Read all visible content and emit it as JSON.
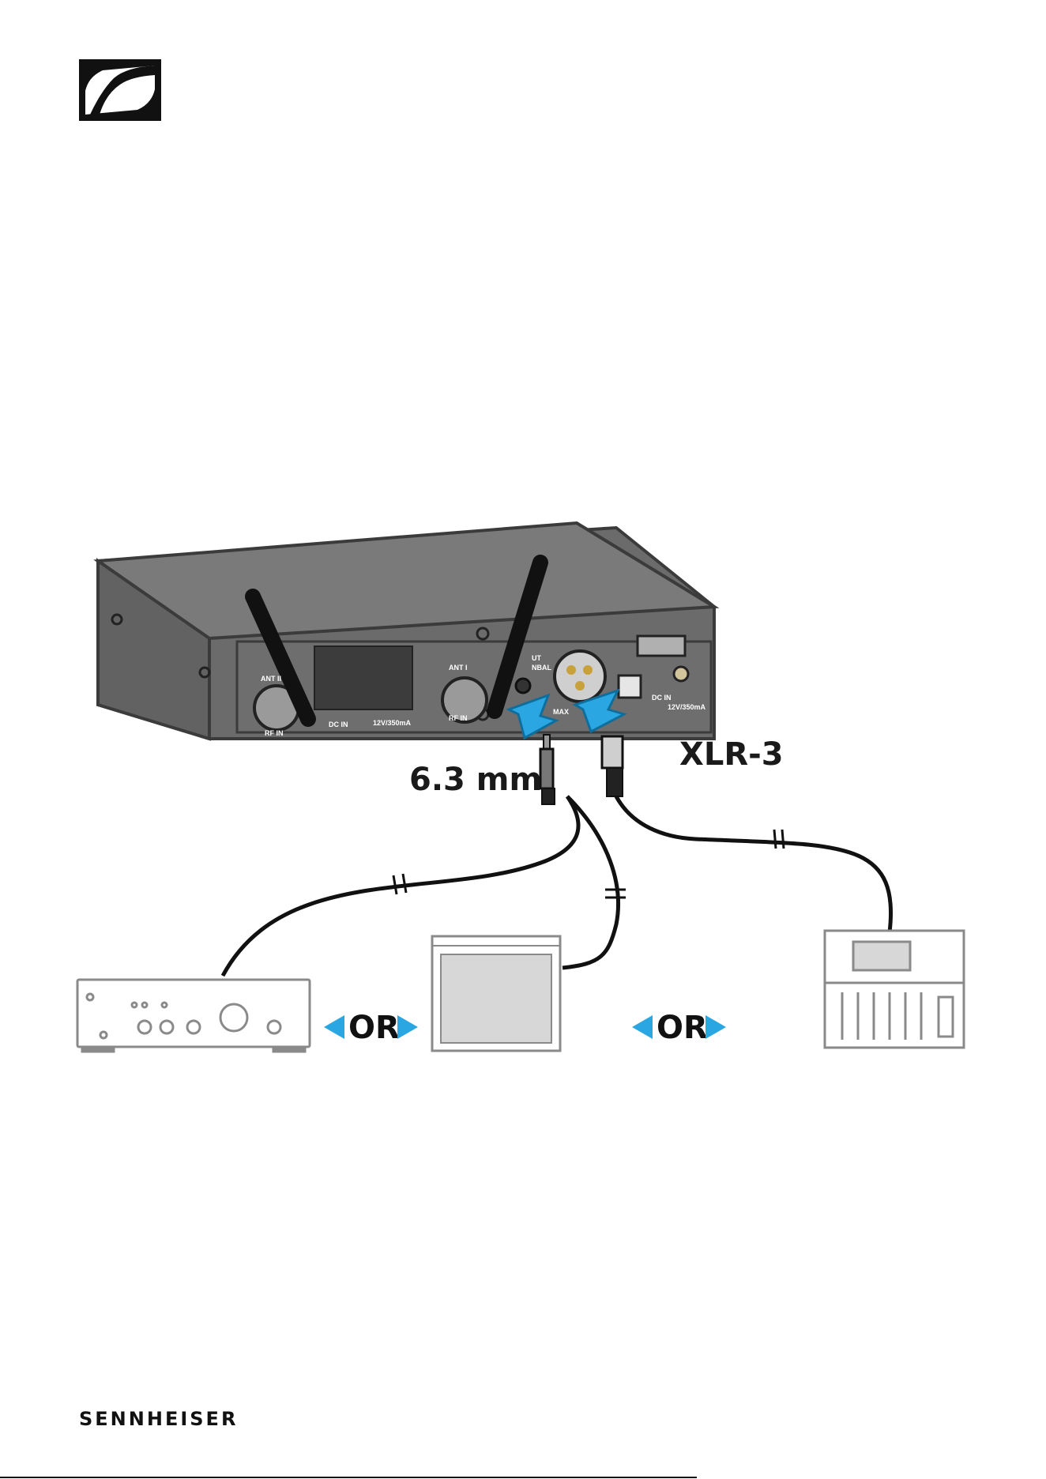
{
  "brand": {
    "wordmark": "SENNHEISER",
    "logo_icon": "sennheiser-logo-icon"
  },
  "diagram": {
    "device": {
      "labels": {
        "ant2": "ANT II",
        "ant1": "ANT I",
        "rf_in_left": "RF IN",
        "rf_in_right": "RF IN",
        "dc_in_center": "DC IN",
        "rating_center": "12V/350mA",
        "dc_in_right": "DC IN",
        "rating_right": "12V/350mA",
        "out_partial": "UT",
        "unbal_partial": "NBAL",
        "max_partial": "MAX"
      }
    },
    "connectors": {
      "jack_label": "6.3 mm",
      "xlr_label": "XLR-3"
    },
    "or_label_1": "OR",
    "or_label_2": "OR",
    "colors": {
      "arrow": "#2aa7e3",
      "device": "#6b6b6b",
      "cable": "#111111"
    }
  }
}
